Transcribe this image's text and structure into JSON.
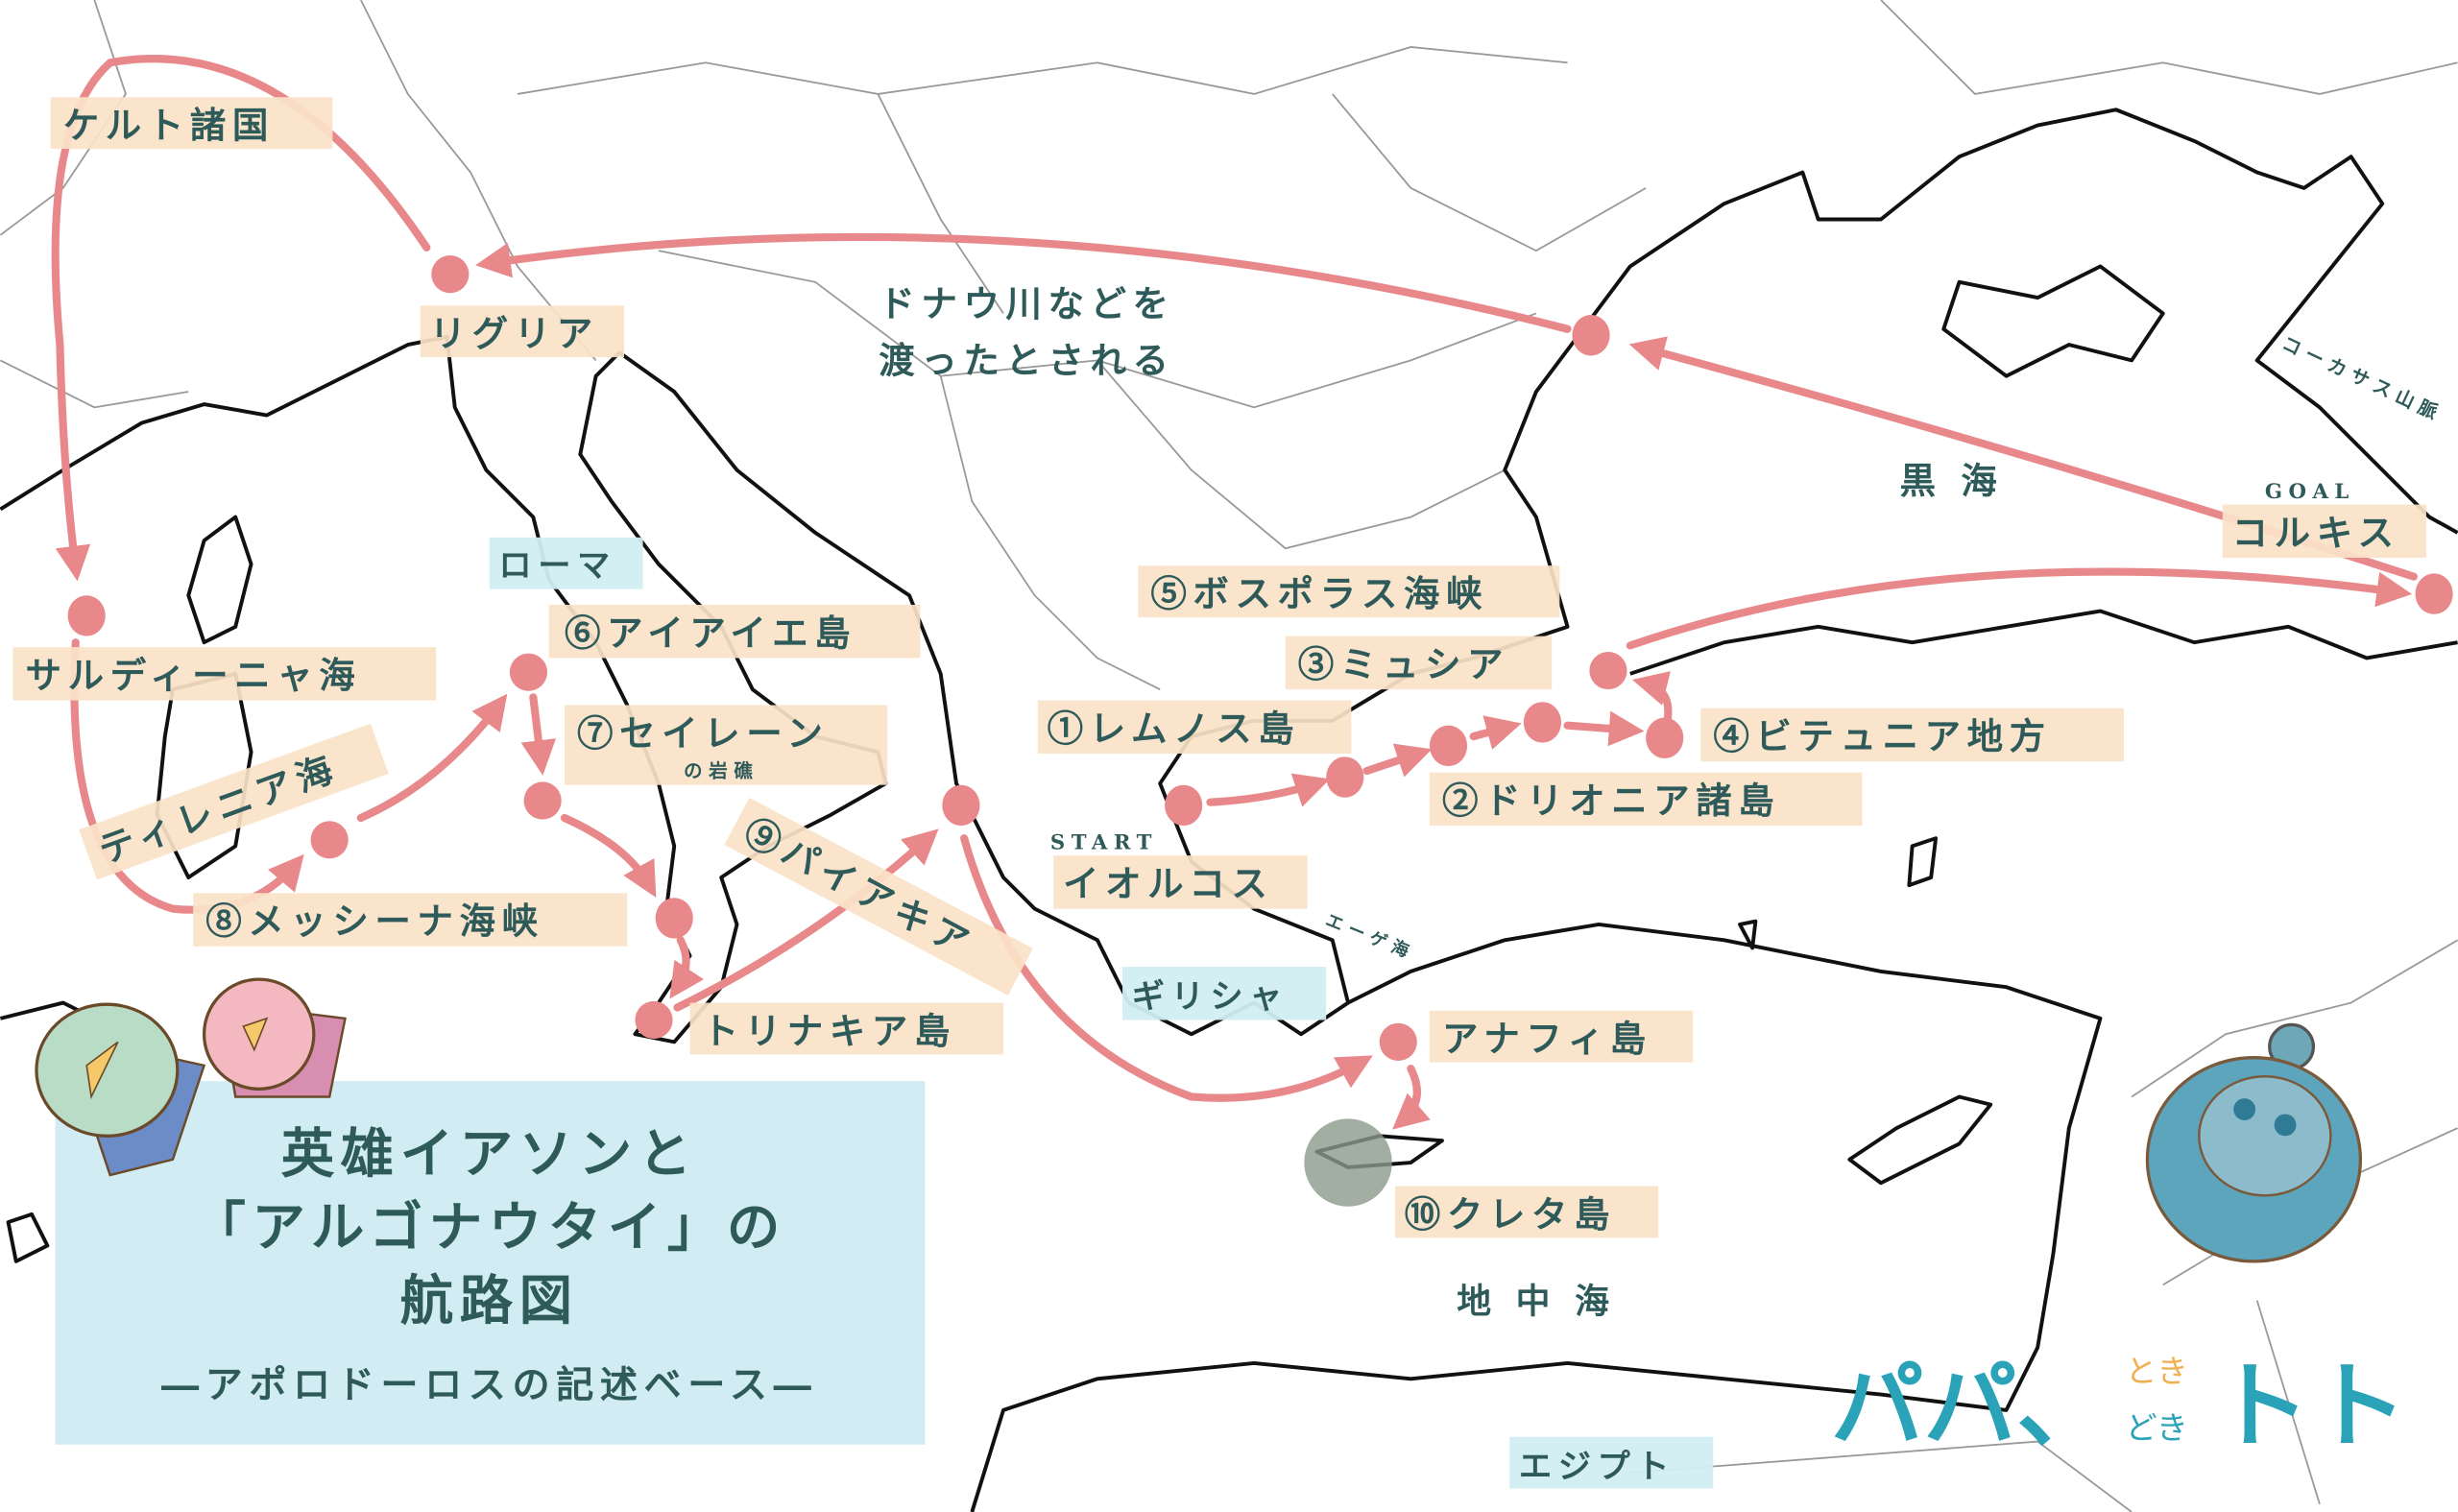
{
  "title": {
    "line1": "英雄イアソンと",
    "line2": "「アルゴナウタイ」の",
    "line3": "航路図",
    "subtitle": "―アポロドーロスの記述ベース―"
  },
  "labels": {
    "celts": "ケルト諸国",
    "liguria": "リグリア",
    "danube_1": "ドナウ川などを",
    "danube_2": "渡ったとされる",
    "black_sea": "黒 海",
    "caucasus": "コーカサス山脈",
    "goal": "GOAL",
    "colchis": "コルキス",
    "rome": "ローマ",
    "aiaia": "⑥アイアイエ島",
    "sardinia_sea": "サルディーニャ海",
    "seiren": "⑦セイレーン",
    "seiren_sub": "の岩礁",
    "tyrrhenian": "ティレニア海",
    "messina": "⑧メッシーナ海峡",
    "phaeacia": "⑨パイアキア",
    "thrinacia": "トリナキア島",
    "lemnos": "①レムノス島",
    "bosporus": "⑤ボスポラス海峡",
    "mysia": "③ミュシア",
    "bithynia": "④ビテュニア地方",
    "doliones": "②ドリオニア諸島",
    "start": "START",
    "iolcos": "イオルコス",
    "aegean": "エーゲ海",
    "greece": "ギリシャ",
    "anafi": "アナフィ島",
    "crete": "⑩クレタ島",
    "mediterranean": "地 中 海",
    "egypt": "エジプト"
  },
  "logo": {
    "papa": "パパ、",
    "toki1": "とき",
    "toki2": "どき",
    "toto": "トト"
  },
  "colors": {
    "route": "#e8888a",
    "label_bg": "#fae3c8",
    "region_bg": "#d2eef3",
    "text": "#2f5a5a",
    "logo": "#2aa3b8",
    "logo_accent": "#f0b050"
  }
}
